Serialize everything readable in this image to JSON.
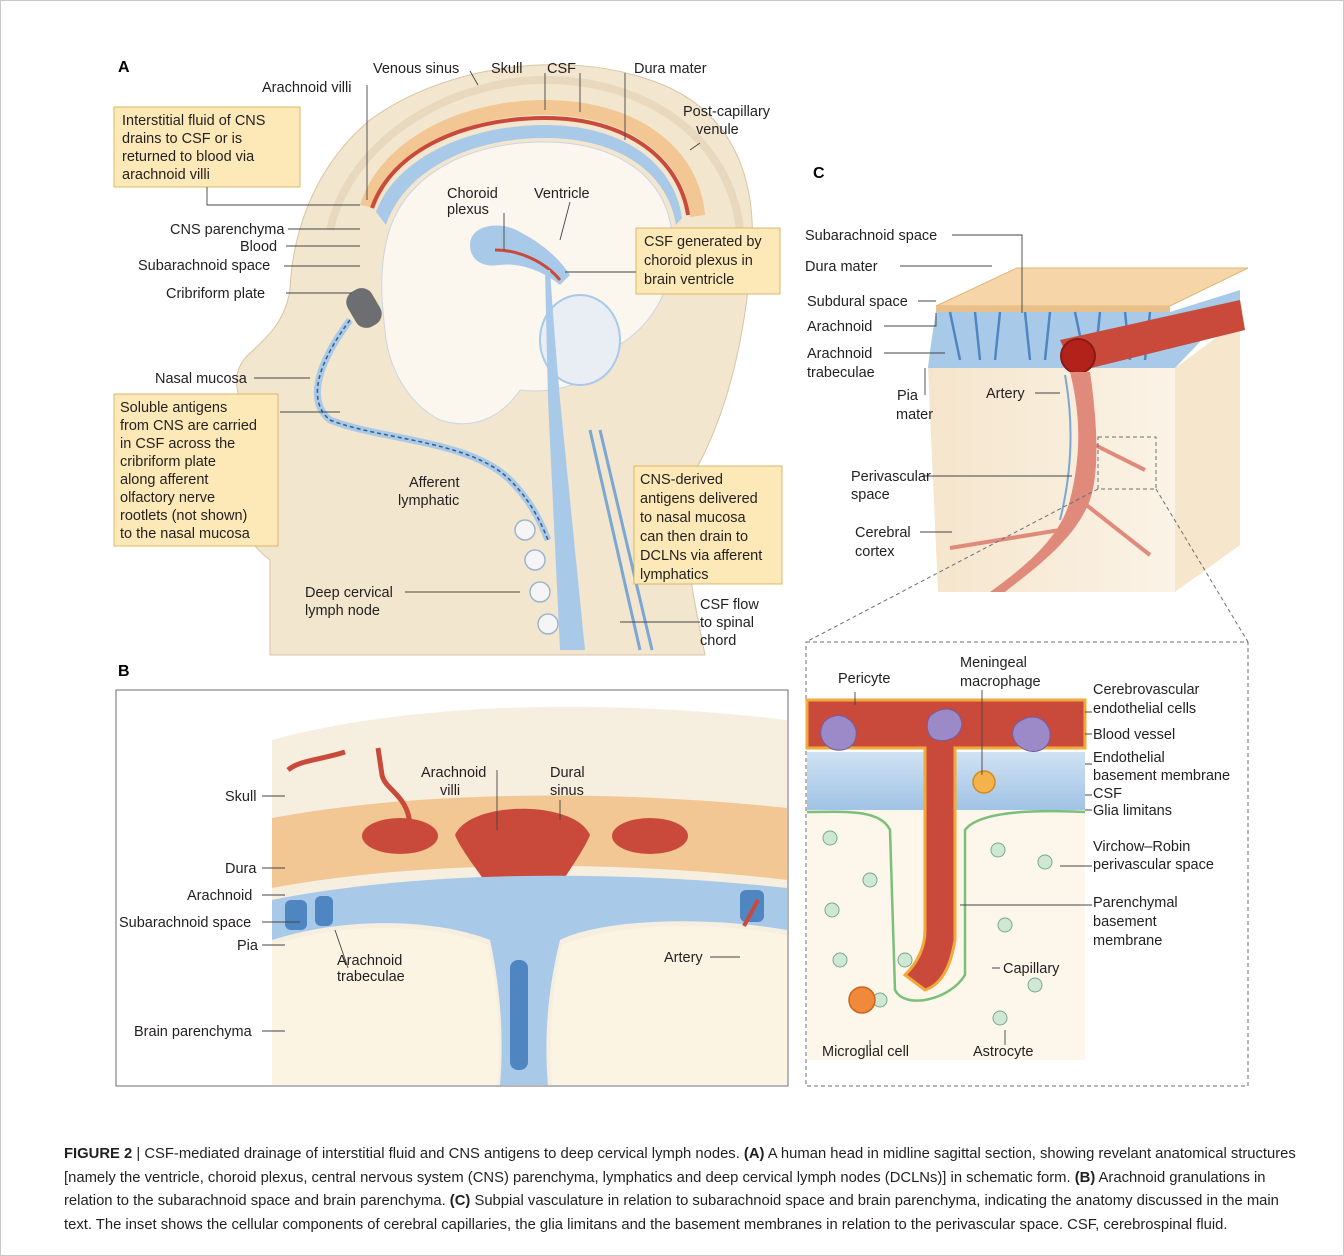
{
  "panel_a": {
    "letter": "A",
    "labels": {
      "arachnoid_villi": "Arachnoid villi",
      "venous_sinus": "Venous sinus",
      "skull": "Skull",
      "csf": "CSF",
      "dura_mater": "Dura mater",
      "post_capillary_1": "Post-capillary",
      "post_capillary_2": "venule",
      "choroid_1": "Choroid",
      "choroid_2": "plexus",
      "ventricle": "Ventricle",
      "cns_parenchyma": "CNS parenchyma",
      "blood": "Blood",
      "subarachnoid_space": "Subarachnoid space",
      "cribriform_plate": "Cribriform plate",
      "nasal_mucosa": "Nasal mucosa",
      "afferent_1": "Afferent",
      "afferent_2": "lymphatic",
      "deep_cervical_1": "Deep cervical",
      "deep_cervical_2": "lymph node",
      "csf_flow_1": "CSF flow",
      "csf_flow_2": "to spinal",
      "csf_flow_3": "chord"
    },
    "box_interstitial": [
      "Interstitial fluid of CNS",
      "drains to CSF or is",
      "returned to blood via",
      "arachnoid villi"
    ],
    "box_csf_generated": [
      "CSF generated by",
      "choroid plexus in",
      "brain ventricle"
    ],
    "box_soluble": [
      "Soluble antigens",
      "from CNS are carried",
      "in CSF across the",
      "cribriform plate",
      "along afferent",
      "olfactory nerve",
      "rootlets (not shown)",
      "to the nasal mucosa"
    ],
    "box_cns_derived": [
      "CNS-derived",
      "antigens delivered",
      "to nasal mucosa",
      "can then drain to",
      "DCLNs via afferent",
      "lymphatics"
    ]
  },
  "panel_b": {
    "letter": "B",
    "labels": {
      "skull": "Skull",
      "dura": "Dura",
      "arachnoid": "Arachnoid",
      "subarachnoid_space": "Subarachnoid space",
      "pia": "Pia",
      "brain_parenchyma": "Brain parenchyma",
      "arachnoid_villi_1": "Arachnoid",
      "arachnoid_villi_2": "villi",
      "dural_sinus_1": "Dural",
      "dural_sinus_2": "sinus",
      "trabeculae_1": "Arachnoid",
      "trabeculae_2": "trabeculae",
      "artery": "Artery"
    }
  },
  "panel_c": {
    "letter": "C",
    "labels": {
      "subarachnoid_space": "Subarachnoid space",
      "dura_mater": "Dura mater",
      "subdural_space": "Subdural space",
      "arachnoid": "Arachnoid",
      "trabeculae_1": "Arachnoid",
      "trabeculae_2": "trabeculae",
      "pia_1": "Pia",
      "pia_2": "mater",
      "artery": "Artery",
      "perivascular_1": "Perivascular",
      "perivascular_2": "space",
      "cortex_1": "Cerebral",
      "cortex_2": "cortex",
      "pericyte": "Pericyte",
      "meningeal_1": "Meningeal",
      "meningeal_2": "macrophage",
      "endothelial_cells_1": "Cerebrovascular",
      "endothelial_cells_2": "endothelial cells",
      "blood_vessel": "Blood vessel",
      "endothelial_bm_1": "Endothelial",
      "endothelial_bm_2": "basement membrane",
      "csf": "CSF",
      "glia_limitans": "Glia limitans",
      "virchow_1": "Virchow–Robin",
      "virchow_2": "perivascular space",
      "parenchymal_bm_1": "Parenchymal",
      "parenchymal_bm_2": "basement",
      "parenchymal_bm_3": "membrane",
      "capillary": "Capillary",
      "microglial": "Microglial cell",
      "astrocyte": "Astrocyte"
    }
  },
  "caption": {
    "figure_label": "FIGURE 2",
    "separator": " | ",
    "intro": "CSF-mediated drainage of interstitial fluid and CNS antigens to deep cervical lymph nodes. ",
    "a_label": "(A)",
    "a_text": " A human head in midline sagittal section, showing revelant anatomical structures [namely the ventricle, choroid plexus, central nervous system (CNS) parenchyma, lymphatics and deep cervical lymph nodes (DCLNs)] in schematic form. ",
    "b_label": "(B)",
    "b_text": " Arachnoid granulations in relation to the subarachnoid space and brain parenchyma. ",
    "c_label": "(C)",
    "c_text": " Subpial vasculature in relation to subarachnoid space and brain parenchyma, indicating the anatomy discussed in the main text. The inset shows the cellular components of cerebral capillaries, the glia limitans and the basement membranes in relation to the perivascular space. CSF, cerebrospinal fluid."
  },
  "colors": {
    "skin": "#f3e6cf",
    "dura": "#f2c794",
    "csf_blue": "#a9c9e8",
    "blood_red": "#c94a3b",
    "annotation_box": "#fde9b8",
    "brain": "#fbf6ee"
  }
}
